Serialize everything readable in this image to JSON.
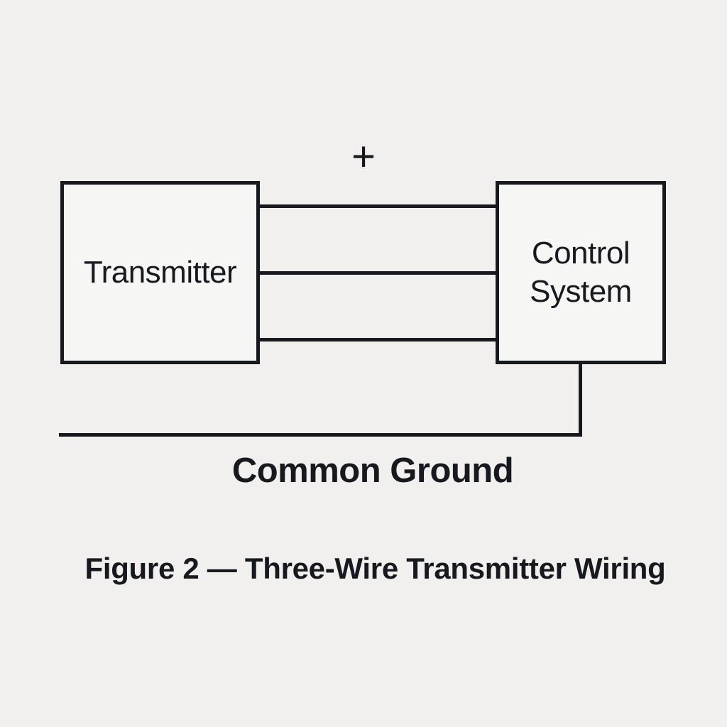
{
  "colors": {
    "background": "#f1f0ee",
    "box_fill": "#f6f6f4",
    "line": "#17191e",
    "text": "#17191e"
  },
  "diagram": {
    "transmitter": {
      "label": "Transmitter"
    },
    "control_system": {
      "label_line1": "Control",
      "label_line2": "System"
    },
    "plus_label": "+",
    "wire_count": 3,
    "common_ground_label": "Common Ground"
  },
  "caption": "Figure 2 — Three-Wire Transmitter Wiring"
}
